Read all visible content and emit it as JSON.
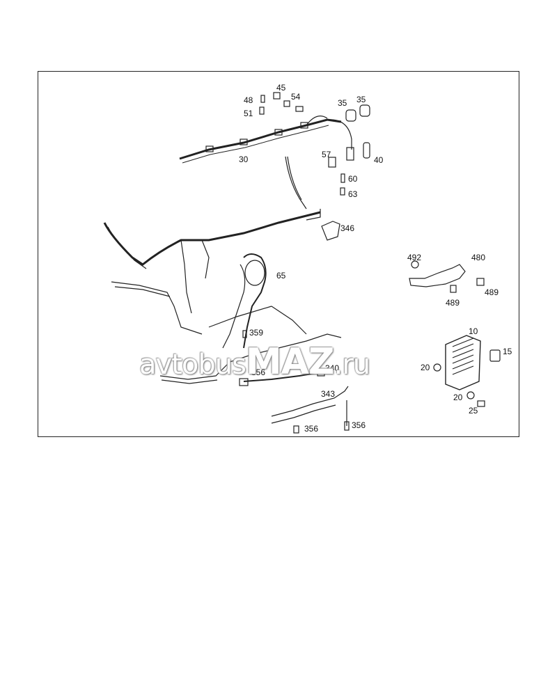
{
  "diagram": {
    "callouts": [
      "48",
      "45",
      "54",
      "51",
      "35",
      "35",
      "30",
      "40",
      "57",
      "60",
      "63",
      "346",
      "492",
      "480",
      "489",
      "489",
      "65",
      "359",
      "10",
      "15",
      "20",
      "20",
      "25",
      "356",
      "340",
      "343",
      "356",
      "356"
    ]
  },
  "watermark": {
    "text_pre": "avtobus",
    "text_big": "MAZ",
    "text_post": ".ru"
  },
  "colors": {
    "line": "#222222",
    "frame": "#222222",
    "background": "#ffffff"
  }
}
